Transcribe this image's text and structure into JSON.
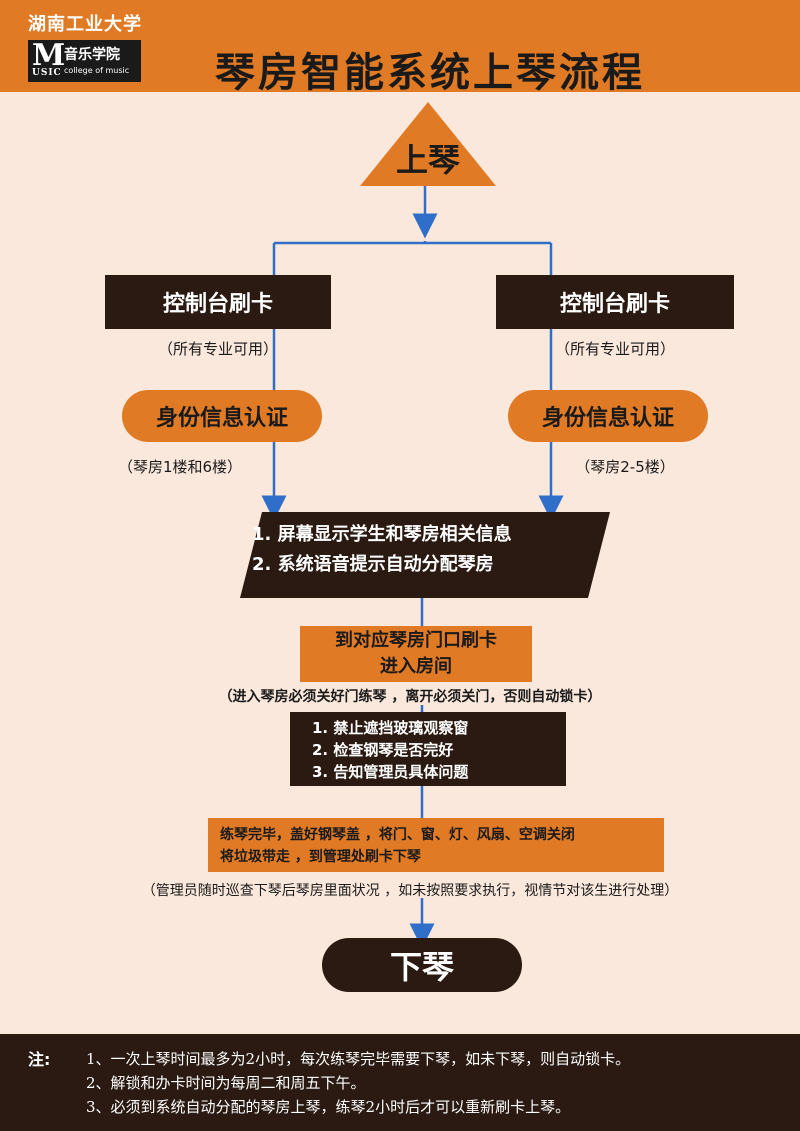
{
  "header": {
    "university": "湖南工业大学",
    "logo": {
      "letter": "M",
      "usic": "USIC",
      "college_cn": "音乐学院",
      "college_en": "college of music"
    },
    "title": "琴房智能系统上琴流程"
  },
  "start": {
    "label": "上琴"
  },
  "left": {
    "swipe": "控制台刷卡",
    "swipe_note": "（所有专业可用）",
    "verify": "身份信息认证",
    "verify_note": "（琴房1楼和6楼）"
  },
  "right": {
    "swipe": "控制台刷卡",
    "swipe_note": "（所有专业可用）",
    "verify": "身份信息认证",
    "verify_note": "（琴房2-5楼）"
  },
  "display": {
    "line1": "1. 屏幕显示学生和琴房相关信息",
    "line2": "2. 系统语音提示自动分配琴房"
  },
  "door": {
    "line1": "到对应琴房门口刷卡",
    "line2": "进入房间",
    "note": "（进入琴房必须关好门练琴 ，离开必须关门，否则自动锁卡）"
  },
  "checks": {
    "line1": "1. 禁止遮挡玻璃观察窗",
    "line2": "2. 检查钢琴是否完好",
    "line3": "3. 告知管理员具体问题"
  },
  "finish": {
    "line1": "练琴完毕，盖好钢琴盖 ，将门、窗、灯、风扇、空调关闭",
    "line2": "将垃圾带走 ，到管理处刷卡下琴",
    "note": "（管理员随时巡查下琴后琴房里面状况 ，如未按照要求执行，视情节对该生进行处理）"
  },
  "end": {
    "label": "下琴"
  },
  "footer": {
    "label": "注:",
    "note1": "1、一次上琴时间最多为2小时，每次练琴完毕需要下琴，如未下琴，则自动锁卡。",
    "note2": "2、解锁和办卡时间为每周二和周五下午。",
    "note3": "3、必须到系统自动分配的琴房上琴，练琴2小时后才可以重新刷卡上琴。"
  },
  "colors": {
    "orange": "#e07a25",
    "dark": "#2a1a12",
    "background": "#fbe8dc",
    "arrow": "#2f6fc9"
  }
}
